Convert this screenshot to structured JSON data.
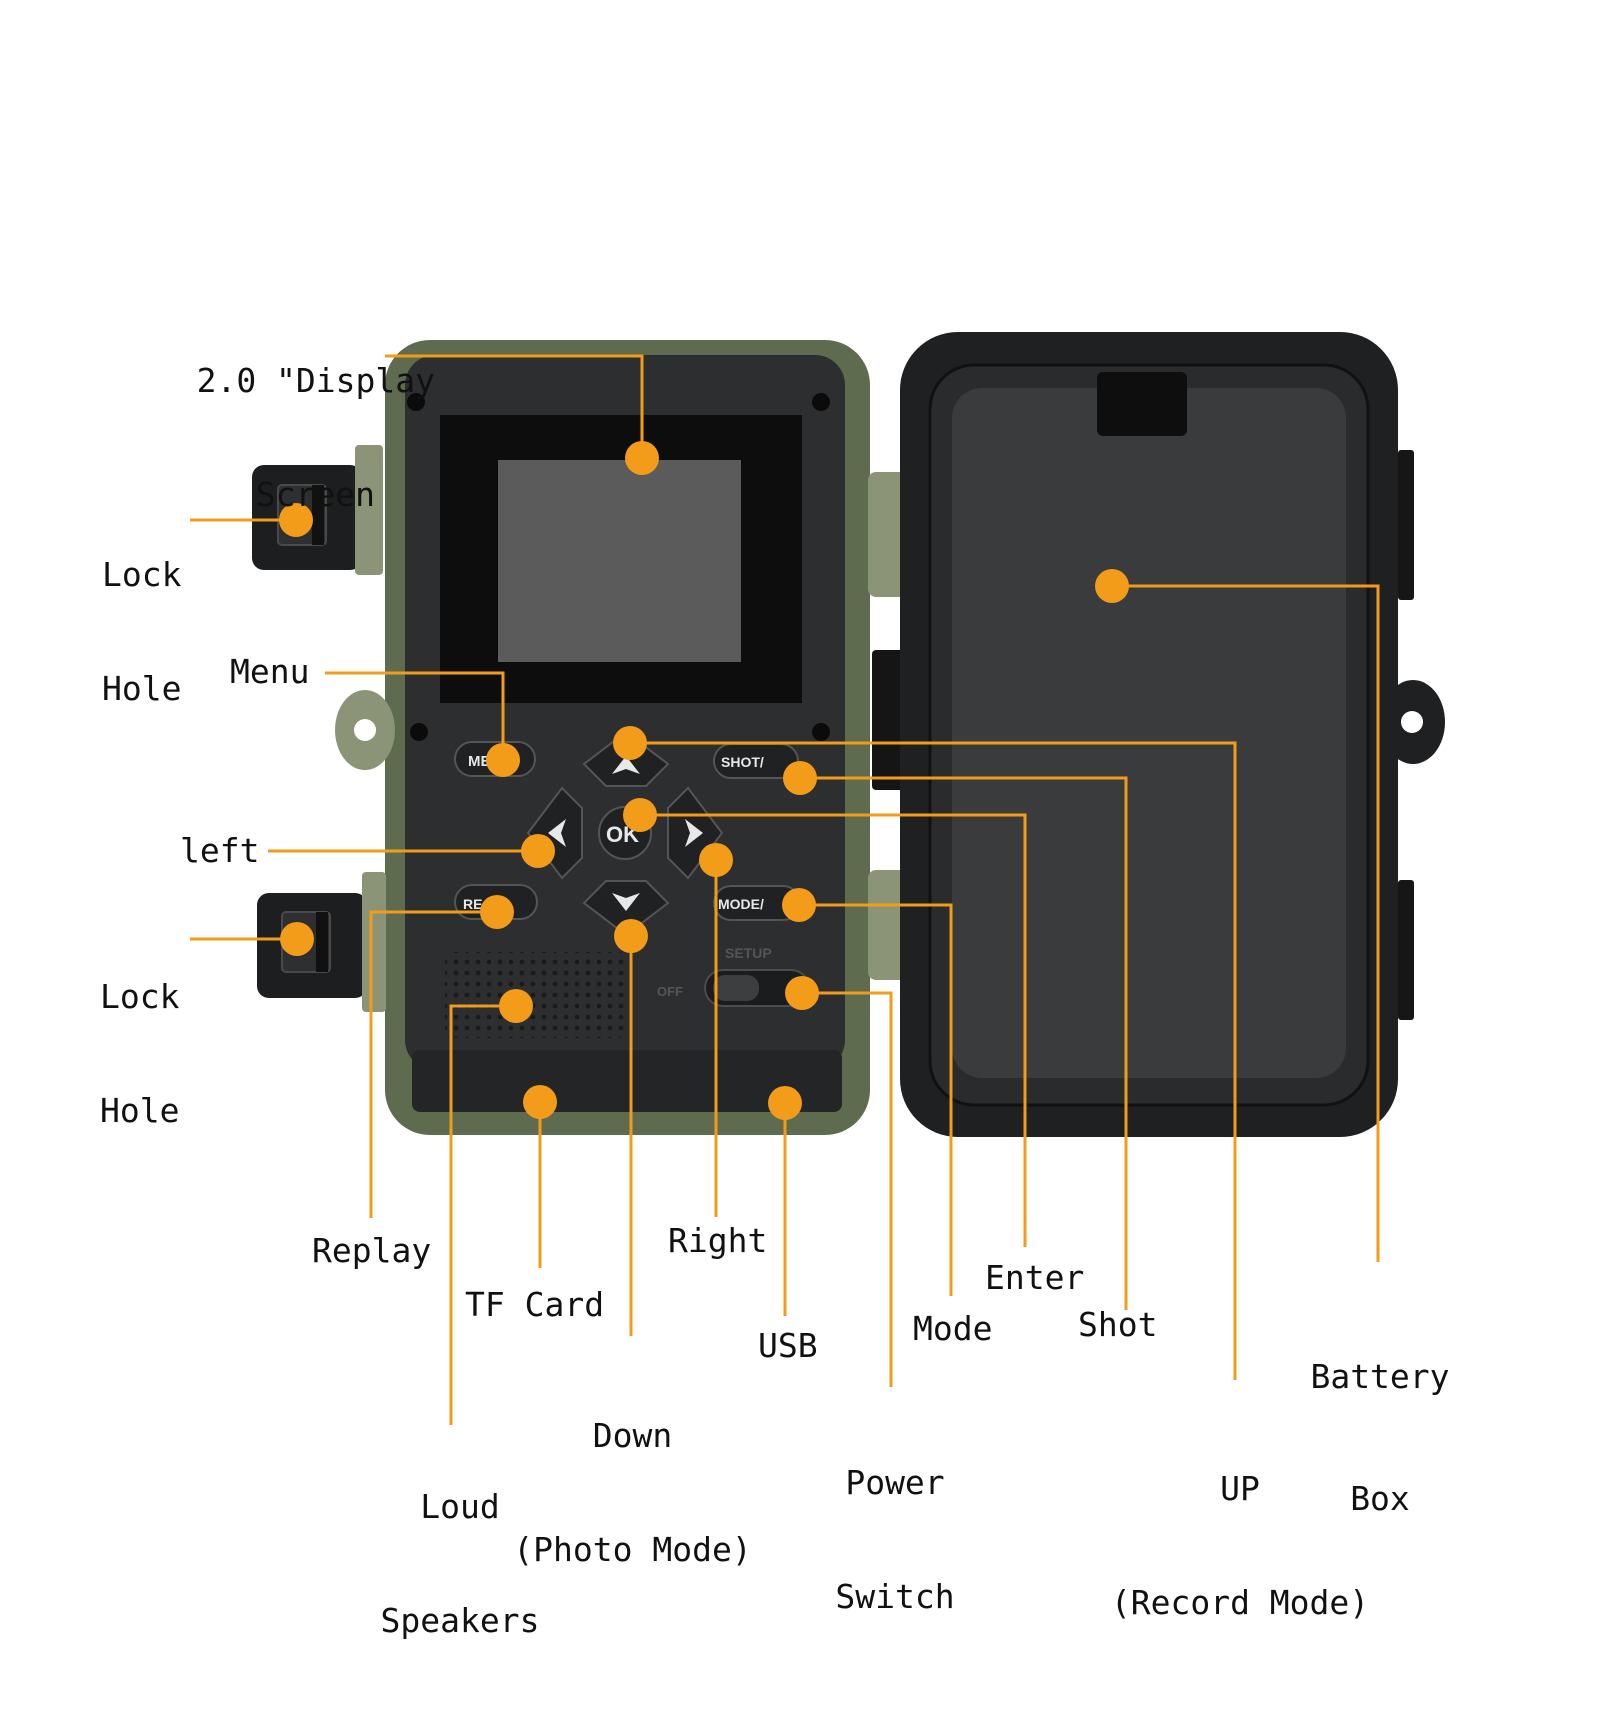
{
  "colors": {
    "callout": "#f39c1a",
    "camo": "#5f6b4e",
    "camo_light": "#8c9478",
    "body": "#2d2e2f",
    "panel": "#3a3b3c",
    "screen_frame": "#0d0d0d",
    "screen": "#5b5b5b",
    "lid": "#1f2021"
  },
  "device": {
    "buttons": {
      "menu": "ME",
      "shot": "SHOT/",
      "ok": "OK",
      "replay": "RE   AY",
      "mode": "MODE/",
      "setup": "SETUP",
      "off": "OFF"
    }
  },
  "labels": {
    "display_screen": [
      "2.0 \"Display",
      "Screen"
    ],
    "lock_hole_top": [
      "Lock",
      "Hole"
    ],
    "menu": "Menu",
    "left": "left",
    "lock_hole_bottom": [
      "Lock",
      "Hole"
    ],
    "replay": "Replay",
    "tf_card": "TF Card",
    "loud_speakers": [
      "Loud",
      "Speakers"
    ],
    "down": [
      "Down",
      "(Photo Mode)"
    ],
    "right": "Right",
    "usb": "USB",
    "power_switch": [
      "Power",
      "Switch"
    ],
    "mode": "Mode",
    "enter": "Enter",
    "shot": "Shot",
    "up": [
      "UP",
      "(Record Mode)"
    ],
    "battery_box": [
      "Battery",
      "Box"
    ]
  }
}
